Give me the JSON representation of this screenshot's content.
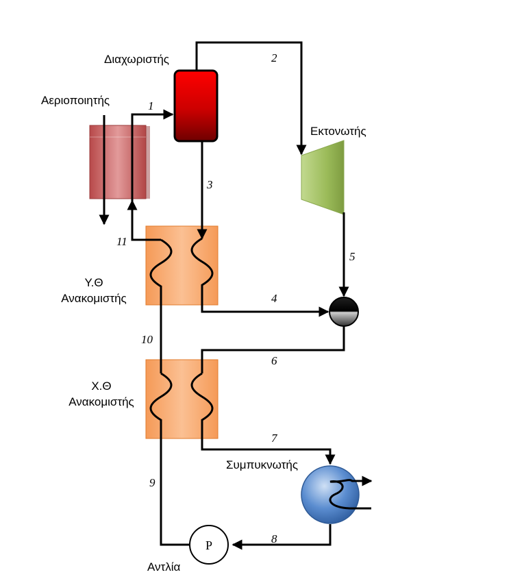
{
  "labels": {
    "separator": "Διαχωριστής",
    "gasifier": "Αεριοποιητής",
    "expander": "Εκτονωτής",
    "ht_recuperator_line1": "Υ.Θ",
    "ht_recuperator_line2": "Ανακομιστής",
    "lt_recuperator_line1": "Χ.Θ",
    "lt_recuperator_line2": "Ανακομιστής",
    "condenser": "Συμπυκνωτής",
    "pump": "Αντλία",
    "pump_symbol": "P"
  },
  "streams": [
    "1",
    "2",
    "3",
    "4",
    "5",
    "6",
    "7",
    "8",
    "9",
    "10",
    "11"
  ],
  "colors": {
    "separator": "#e00000",
    "gasifier": "#c0504d",
    "expander": "#9bbb59",
    "recuperator": "#f79646",
    "condenser": "#4f81bd",
    "pipe": "#000000"
  }
}
